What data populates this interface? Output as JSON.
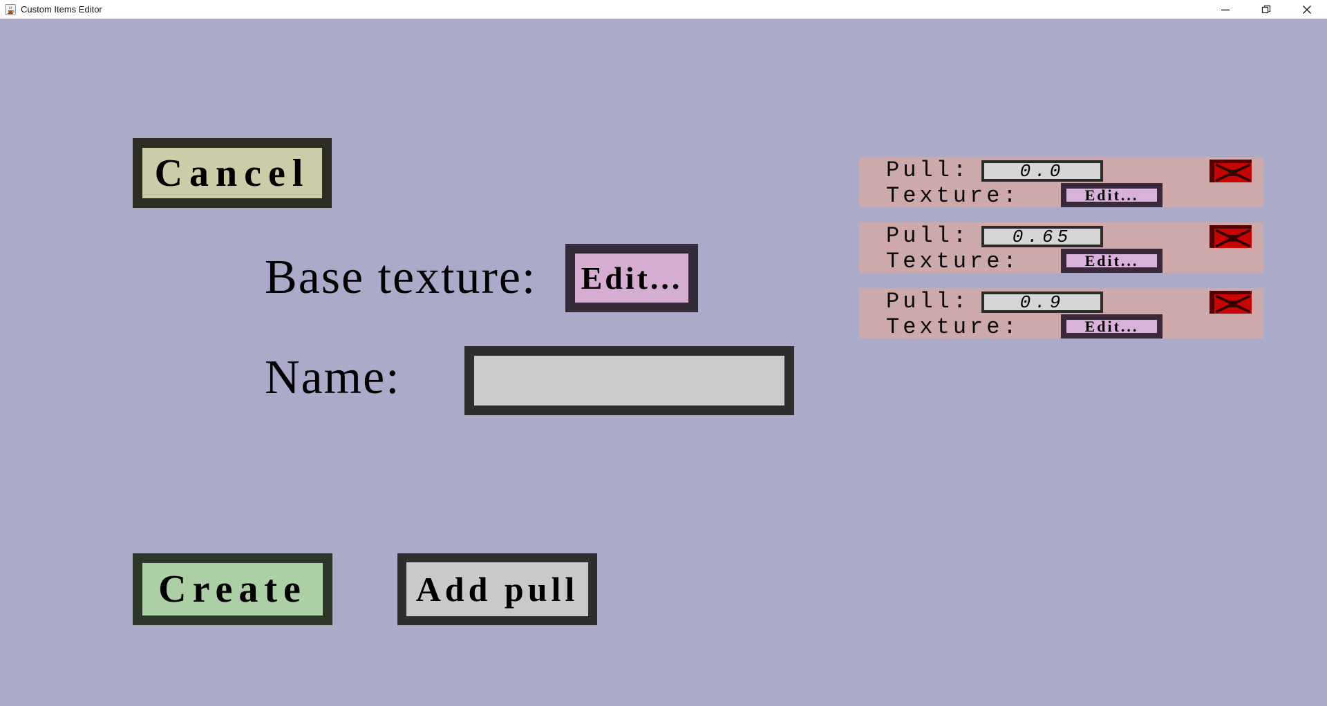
{
  "window": {
    "title": "Custom Items Editor",
    "app_icon": "java-coffee-cup-icon",
    "controls": [
      {
        "name": "minimize",
        "icon": "minimize-icon"
      },
      {
        "name": "restore",
        "icon": "restore-icon"
      },
      {
        "name": "close",
        "icon": "close-icon"
      }
    ]
  },
  "form": {
    "cancel_button": "Cancel",
    "base_texture_label": "Base texture:",
    "base_texture_edit_button": "Edit...",
    "name_label": "Name:",
    "name_value": "",
    "create_button": "Create",
    "add_pull_button": "Add pull"
  },
  "pull_list": {
    "pull_label": "Pull:",
    "texture_label": "Texture:",
    "edit_button": "Edit...",
    "delete_icon": "red-x-icon",
    "items": [
      {
        "pull": "0.0"
      },
      {
        "pull": "0.65"
      },
      {
        "pull": "0.9"
      }
    ]
  },
  "colors": {
    "background": "#abaac9",
    "titlebar_bg": "#ffffff",
    "titlebar_border": "#9fa3bd",
    "title_text": "#111111",
    "panel_pink": "#cda9a9",
    "cancel_fill": "#cccca9",
    "cancel_border": "#2e2e25",
    "create_fill": "#adcfa6",
    "create_border": "#2c372a",
    "add_pull_fill": "#c9c9c9",
    "dark_border": "#2e2e2e",
    "edit_fill": "#d5add0",
    "edit_border": "#342a38",
    "edit_small_fill": "#d9b2d9",
    "edit_small_border": "#3a293c",
    "field_fill": "#cbcbcb",
    "value_field_fill": "#d6d6d6",
    "delete_red": "#c70505",
    "delete_red_dark": "#550101"
  }
}
